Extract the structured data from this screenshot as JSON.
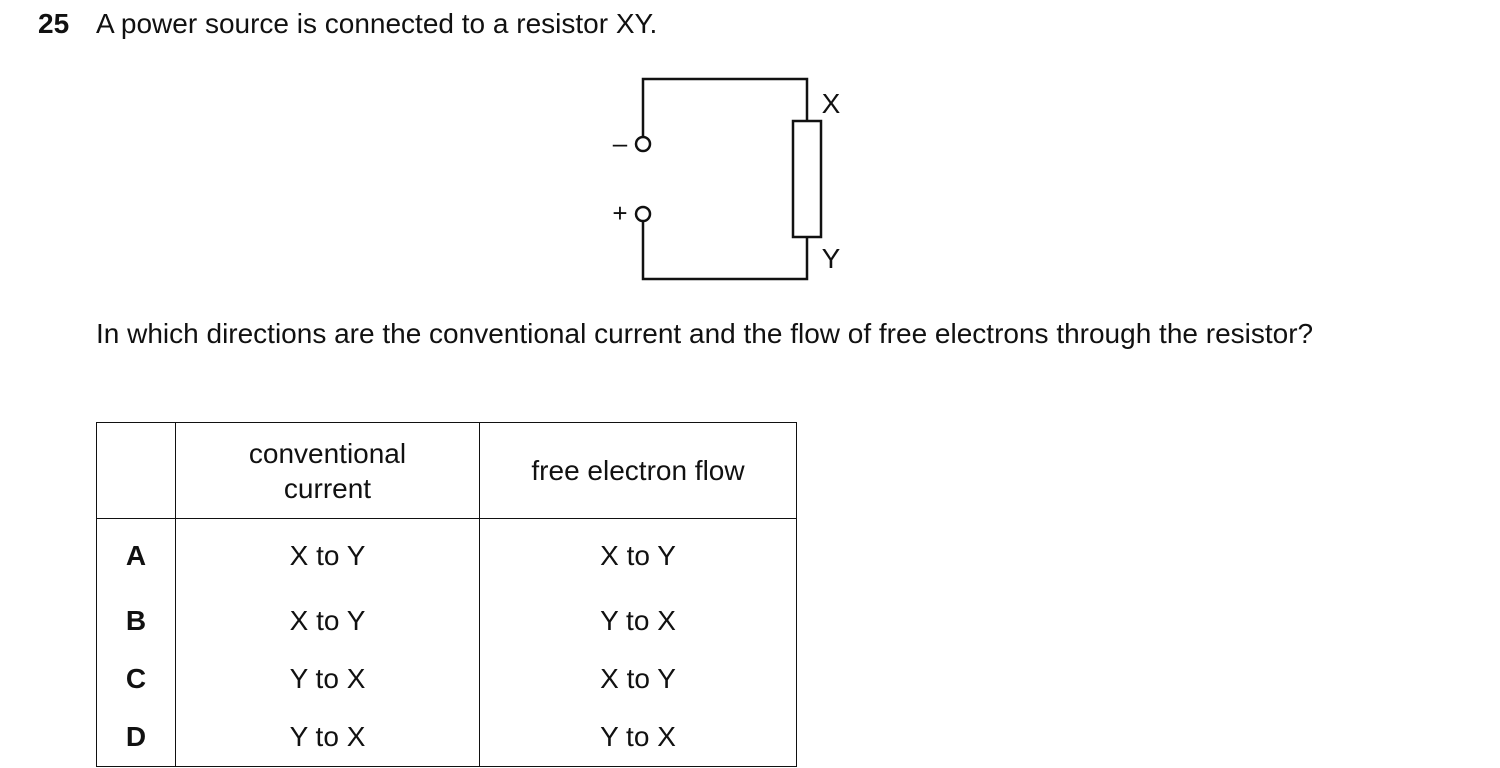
{
  "question": {
    "number": "25",
    "stem": "A power source is connected to a resistor XY.",
    "prompt": "In which directions are the conventional current and the flow of free electrons through the resistor?"
  },
  "diagram": {
    "label_x": "X",
    "label_y": "Y",
    "terminal_negative": "–",
    "terminal_positive": "+"
  },
  "table": {
    "headers": [
      "",
      "conventional current",
      "free electron flow"
    ],
    "rows": [
      {
        "key": "A",
        "conventional_current": "X to Y",
        "free_electron_flow": "X to Y"
      },
      {
        "key": "B",
        "conventional_current": "X to Y",
        "free_electron_flow": "Y to X"
      },
      {
        "key": "C",
        "conventional_current": "Y to X",
        "free_electron_flow": "X to Y"
      },
      {
        "key": "D",
        "conventional_current": "Y to X",
        "free_electron_flow": "Y to X"
      }
    ]
  }
}
